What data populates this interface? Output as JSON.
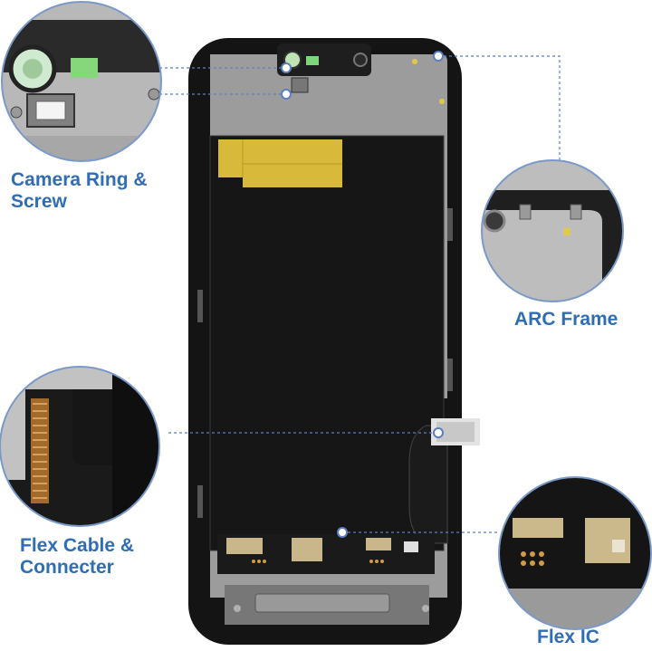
{
  "labels": {
    "camera": [
      "Camera Ring &",
      "Screw"
    ],
    "arc": "ARC Frame",
    "flex_cable": [
      "Flex Cable &",
      "Connecter"
    ],
    "flex_ic": "Flex IC"
  },
  "colors": {
    "label_text": "#2f6db5",
    "callout_ring": "#7a99c9",
    "dash_line": "#5b7fc0",
    "panel_black": "#141414",
    "frame_gray": "#9a9a9a",
    "copper_tape": "#d8b93a",
    "chip_gold": "#c9b68a"
  }
}
